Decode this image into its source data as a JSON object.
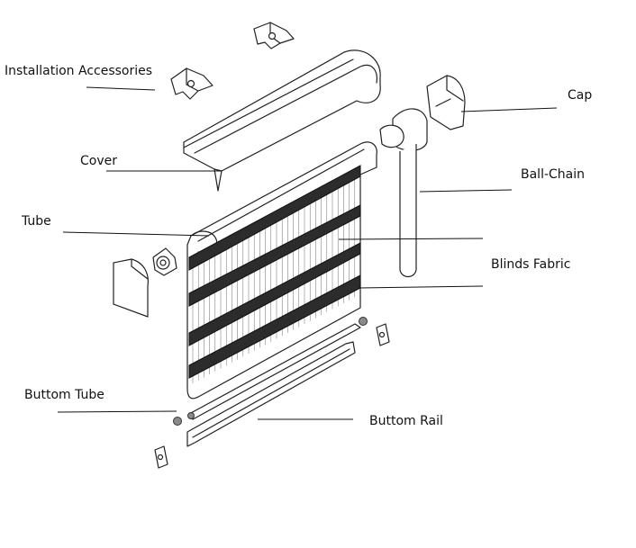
{
  "labels": {
    "installation_accessories": "Installation Accessories",
    "cover": "Cover",
    "tube": "Tube",
    "cap": "Cap",
    "ball_chain": "Ball-Chain",
    "blinds_fabric": "Blinds Fabric",
    "buttom_tube": "Buttom Tube",
    "buttom_rail": "Buttom Rail"
  }
}
